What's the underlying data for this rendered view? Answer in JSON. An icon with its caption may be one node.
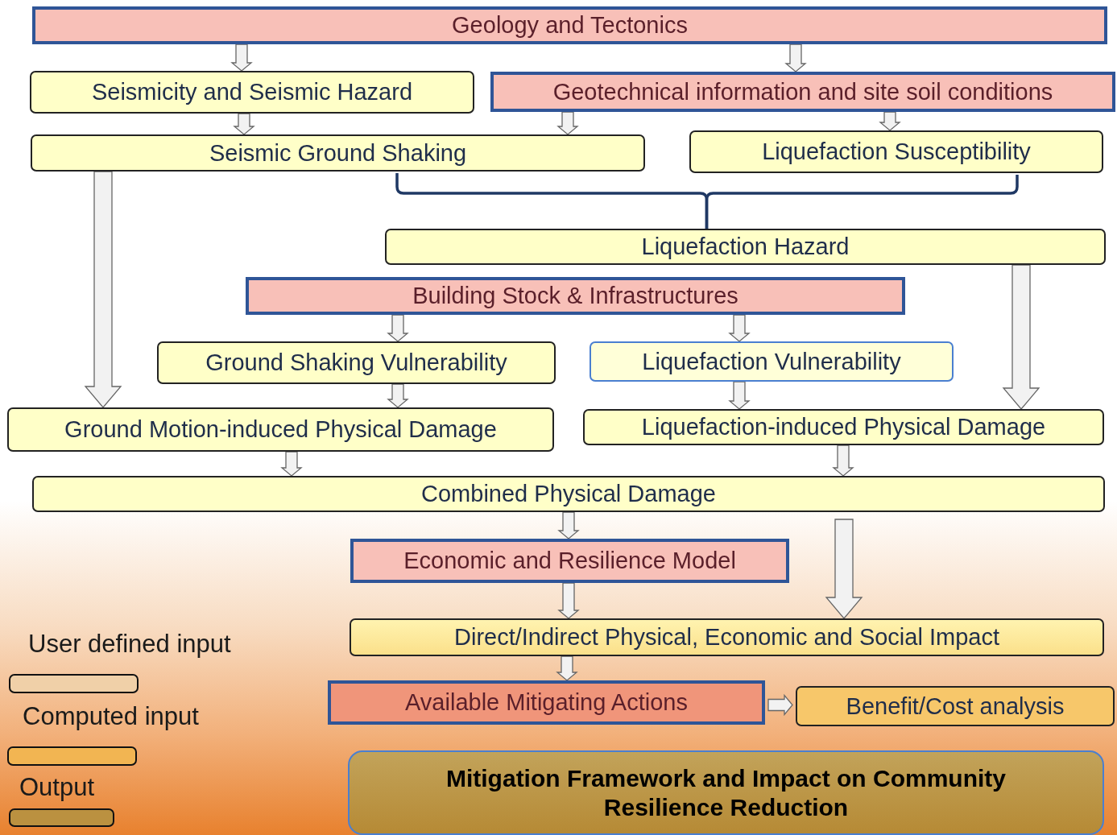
{
  "diagram": {
    "nodes": [
      {
        "text": [
          "Geology and Tectonics"
        ]
      },
      {
        "text": [
          "Seismicity and Seismic Hazard"
        ]
      },
      {
        "text": [
          "Geotechnical information and site soil conditions"
        ]
      },
      {
        "text": [
          "Seismic Ground Shaking"
        ]
      },
      {
        "text": [
          "Liquefaction Susceptibility"
        ]
      },
      {
        "text": [
          "Liquefaction Hazard"
        ]
      },
      {
        "text": [
          "Building Stock & Infrastructures"
        ]
      },
      {
        "text": [
          "Ground Shaking Vulnerability"
        ]
      },
      {
        "text": [
          "Liquefaction Vulnerability"
        ]
      },
      {
        "text": [
          "Ground Motion-induced Physical Damage"
        ]
      },
      {
        "text": [
          "Liquefaction-induced Physical Damage"
        ]
      },
      {
        "text": [
          "Combined Physical Damage"
        ]
      },
      {
        "text": [
          "Economic and Resilience Model"
        ]
      },
      {
        "text": [
          "Direct/Indirect Physical, Economic and Social Impact"
        ]
      },
      {
        "text": [
          "Available Mitigating Actions"
        ]
      },
      {
        "text": [
          "Benefit/Cost analysis"
        ]
      },
      {
        "text": [
          "Mitigation Framework and Impact on Community Resilience Reduction"
        ]
      }
    ],
    "edges": [
      {
        "from": 0,
        "to": 1,
        "arrow": "to"
      },
      {
        "from": 0,
        "to": 2,
        "arrow": "to"
      },
      {
        "from": 1,
        "to": 3,
        "arrow": "to"
      },
      {
        "from": 2,
        "to": 3,
        "arrow": "to"
      },
      {
        "from": 2,
        "to": 4,
        "arrow": "to"
      },
      {
        "from": 3,
        "to": 5,
        "arrow": "none",
        "color": "#1f3864"
      },
      {
        "from": 4,
        "to": 5,
        "arrow": "none",
        "color": "#1f3864"
      },
      {
        "from": 3,
        "to": 9,
        "arrow": "to"
      },
      {
        "from": 5,
        "to": 10,
        "arrow": "to"
      },
      {
        "from": 6,
        "to": 7,
        "arrow": "to"
      },
      {
        "from": 6,
        "to": 8,
        "arrow": "to"
      },
      {
        "from": 7,
        "to": 9,
        "arrow": "to"
      },
      {
        "from": 8,
        "to": 10,
        "arrow": "to"
      },
      {
        "from": 9,
        "to": 11,
        "arrow": "to"
      },
      {
        "from": 10,
        "to": 11,
        "arrow": "to"
      },
      {
        "from": 11,
        "to": 12,
        "arrow": "to"
      },
      {
        "from": 11,
        "to": 13,
        "arrow": "to"
      },
      {
        "from": 12,
        "to": 13,
        "arrow": "to"
      },
      {
        "from": 13,
        "to": 14,
        "arrow": "to"
      },
      {
        "from": 14,
        "to": 15,
        "arrow": "to"
      }
    ],
    "legend": [
      {
        "text": "User defined input",
        "color": "#f0d0a8"
      },
      {
        "text": "Computed input",
        "color": "#f2b552"
      },
      {
        "text": "Output",
        "color": "#bb9140"
      }
    ]
  }
}
